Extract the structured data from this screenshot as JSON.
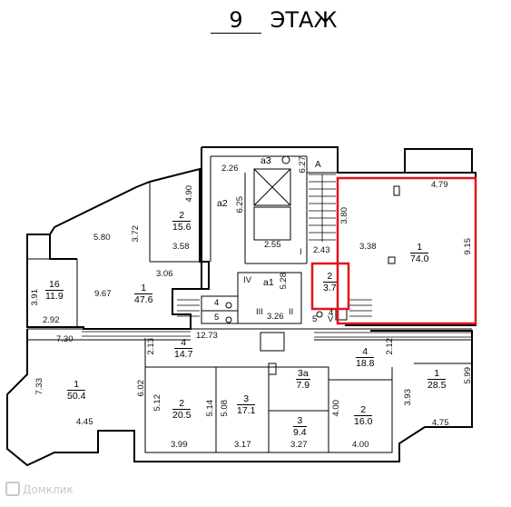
{
  "floor_title": {
    "number": "9",
    "word": "ЭТАЖ"
  },
  "highlight_color": "#e0141e",
  "wall_color": "#000000",
  "corridor_labels": {
    "a": "A",
    "i": "I",
    "ii": "II",
    "iii": "III",
    "iv": "IV",
    "v": "V"
  },
  "rooms": {
    "r_a3": {
      "num": "а3",
      "area": ""
    },
    "r_a2": {
      "num": "а2",
      "area": ""
    },
    "r_a1": {
      "num": "а1",
      "area": ""
    },
    "r_4top": {
      "num": "4",
      "area": ""
    },
    "r_5top": {
      "num": "5",
      "area": ""
    },
    "r_4b": {
      "num": "4",
      "area": ""
    },
    "r_5b": {
      "num": "5",
      "area": ""
    },
    "r_2_156": {
      "num": "2",
      "area": "15.6"
    },
    "r_1_476": {
      "num": "1",
      "area": "47.6"
    },
    "r_16": {
      "num": "16",
      "area": "11.9"
    },
    "r_1_740": {
      "num": "1",
      "area": "74.0"
    },
    "r_2_37": {
      "num": "2",
      "area": "3.7"
    },
    "r_4_147": {
      "num": "4",
      "area": "14.7"
    },
    "r_4_188": {
      "num": "4",
      "area": "18.8"
    },
    "r_1_504": {
      "num": "1",
      "area": "50.4"
    },
    "r_2_205": {
      "num": "2",
      "area": "20.5"
    },
    "r_3_171": {
      "num": "3",
      "area": "17.1"
    },
    "r_3a": {
      "num": "3а",
      "area": "7.9"
    },
    "r_3_94": {
      "num": "3",
      "area": "9.4"
    },
    "r_2_160": {
      "num": "2",
      "area": "16.0"
    },
    "r_1_285": {
      "num": "1",
      "area": "28.5"
    }
  },
  "dimensions": {
    "d226": "2.26",
    "d627": "6.27",
    "d490": "4.90",
    "d479": "4.79",
    "d625": "6.25",
    "d380": "3.80",
    "d580": "5.80",
    "d372": "3.72",
    "d338": "3.38",
    "d915": "9.15",
    "d358": "3.58",
    "d255": "2.55",
    "d243": "2.43",
    "d306": "3.06",
    "d528": "5.28",
    "d391": "3.91",
    "d967": "9.67",
    "d292": "2.92",
    "d326": "3.26",
    "d730": "7.30",
    "d1273": "12.73",
    "d213": "2.13",
    "d212": "2.12",
    "d733": "7.33",
    "d602": "6.02",
    "d512": "5.12",
    "d514": "5.14",
    "d508": "5.08",
    "d400v": "4.00",
    "d393": "3.93",
    "d599": "5.99",
    "d445": "4.45",
    "d475": "4.75",
    "d399": "3.99",
    "d317": "3.17",
    "d327": "3.27",
    "d400": "4.00"
  },
  "watermark": {
    "text": "Домклик"
  }
}
